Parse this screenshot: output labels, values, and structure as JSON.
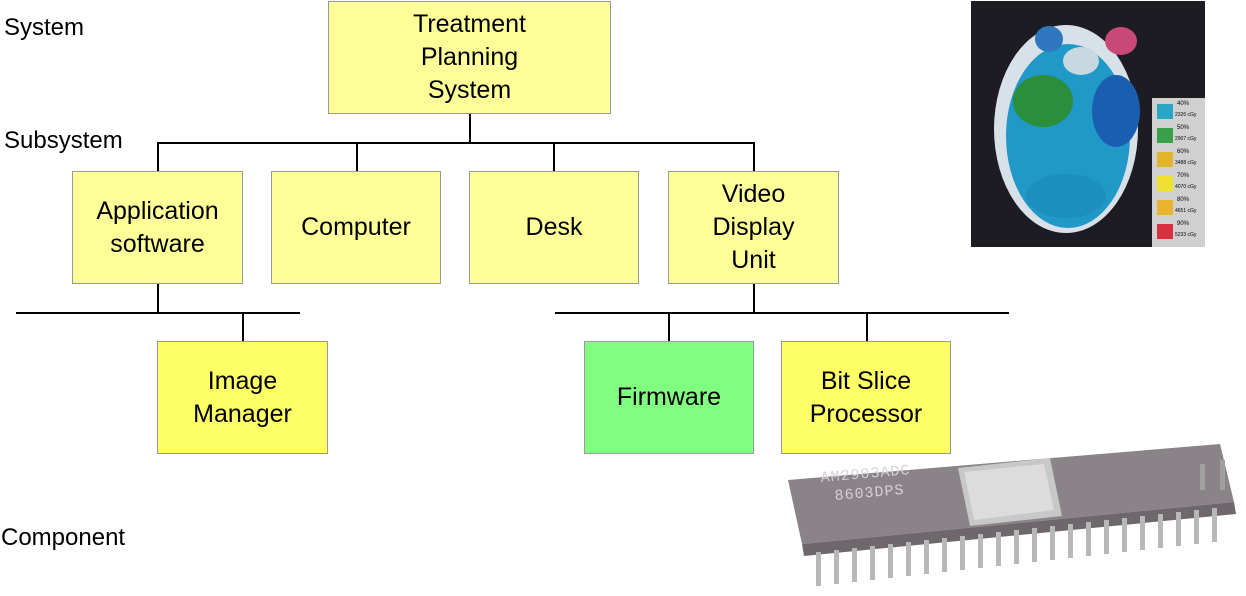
{
  "levels": {
    "system": "System",
    "subsystem": "Subsystem",
    "component": "Component"
  },
  "nodes": {
    "tps": "Treatment\nPlanning\nSystem",
    "app_software": "Application\nsoftware",
    "computer": "Computer",
    "desk": "Desk",
    "vdu": "Video\nDisplay\nUnit",
    "image_manager": "Image\nManager",
    "firmware": "Firmware",
    "bit_slice": "Bit Slice\nProcessor"
  },
  "dose_legend": [
    {
      "percent": "40%",
      "dose": "2326 cGy",
      "color": "#2aa6c4"
    },
    {
      "percent": "50%",
      "dose": "2907 cGy",
      "color": "#3aa14a"
    },
    {
      "percent": "60%",
      "dose": "3488 cGy",
      "color": "#e0b52a"
    },
    {
      "percent": "70%",
      "dose": "4070 cGy",
      "color": "#f0e030"
    },
    {
      "percent": "80%",
      "dose": "4651 cGy",
      "color": "#e8b430"
    },
    {
      "percent": "90%",
      "dose": "5233 cGy",
      "color": "#d8303e"
    }
  ],
  "chip": {
    "line1": "AM2903ADC",
    "line2": "8603DPS"
  },
  "colors": {
    "box_light_yellow": "#ffff99",
    "box_yellow": "#ffff66",
    "box_green": "#80ff80",
    "lines": "#000000"
  }
}
